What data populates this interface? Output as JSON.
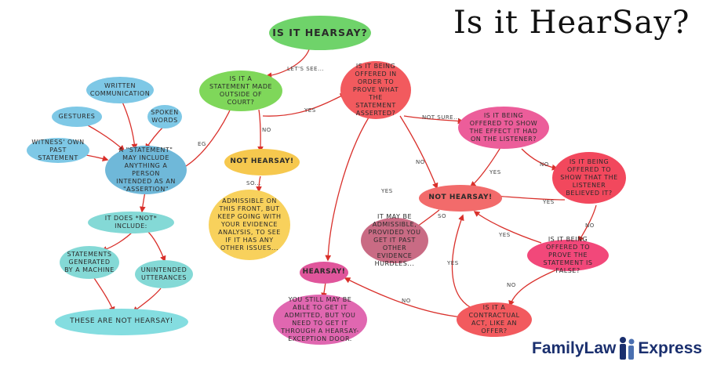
{
  "title": "Is it HearSay?",
  "bubbles": {
    "is_it_hearsay": "IS IT HEARSAY?",
    "statement_outside_court": "IS IT A STATEMENT MADE OUTSIDE OF COURT?",
    "offered_to_prove": "IS IT BEING OFFERED IN ORDER TO PROVE WHAT THE STATEMENT ASSERTED?",
    "written_communication": "WRITTEN COMMUNICATION",
    "gestures": "GESTURES",
    "spoken_words": "SPOKEN WORDS",
    "witness_own_statement": "WITNESS' OWN PAST STATEMENT",
    "statement_definition": "A \"STATEMENT\" MAY INCLUDE ANYTHING A PERSON INTENDED AS AN \"ASSERTION\"",
    "not_hearsay_top": "NOT HEARSAY!",
    "admissible_front": "ADMISSIBLE ON THIS FRONT, BUT KEEP GOING WITH YOUR EVIDENCE ANALYSIS, TO SEE IF IT HAS ANY OTHER ISSUES...",
    "does_not_include": "IT DOES *NOT* INCLUDE:",
    "machine_statements": "STATEMENTS GENERATED BY A MACHINE",
    "unintended_utterances": "UNINTENDED UTTERANCES",
    "these_are_not_hearsay": "THESE ARE NOT HEARSAY!",
    "effect_on_listener": "IS IT BEING OFFERED TO SHOW THE EFFECT IT HAD ON THE LISTENER?",
    "listener_believed": "IS IT BEING OFFERED TO SHOW THAT THE LISTENER BELIEVED IT?",
    "not_hearsay_right": "NOT HEARSAY!",
    "may_be_admissible": "IT MAY BE ADMISSIBLE, PROVIDED YOU GET IT PAST OTHER EVIDENCE HURDLES...",
    "prove_false": "IS IT BEING OFFERED TO PROVE THE STATEMENT IS FALSE?",
    "hearsay": "HEARSAY!",
    "still_admitted": "YOU STILL MAY BE ABLE TO GET IT ADMITTED, BUT YOU NEED TO GET IT THROUGH A HEARSAY-EXCEPTION DOOR.",
    "contractual_act": "IS IT A CONTRACTUAL ACT, LIKE AN OFFER?"
  },
  "edge_labels": {
    "lets_see": "LET'S SEE...",
    "yes_1": "YES",
    "no_1": "NO",
    "eg": "EG",
    "so_1": "SO...",
    "not_sure": "NOT SURE...",
    "no_2": "NO",
    "yes_2": "YES",
    "yes_3": "YES",
    "no_3": "NO",
    "yes_4": "YES",
    "no_4": "NO",
    "so_2": "SO",
    "yes_5": "YES",
    "yes_6": "YES",
    "no_5": "NO",
    "no_6": "NO"
  },
  "logo": {
    "family": "FamilyLaw",
    "express": "Express"
  },
  "colors": {
    "green": "#7dd45a",
    "red": "#f26b6b",
    "pink": "#ec5d9a",
    "blue": "#7ec8e6",
    "teal": "#84d9d6",
    "yellow": "#f6c84e",
    "magenta": "#e0559b",
    "salmon": "#f08a84",
    "mauve": "#c96b84",
    "arrow": "#d9302b",
    "brand": "#1a2f6e"
  }
}
